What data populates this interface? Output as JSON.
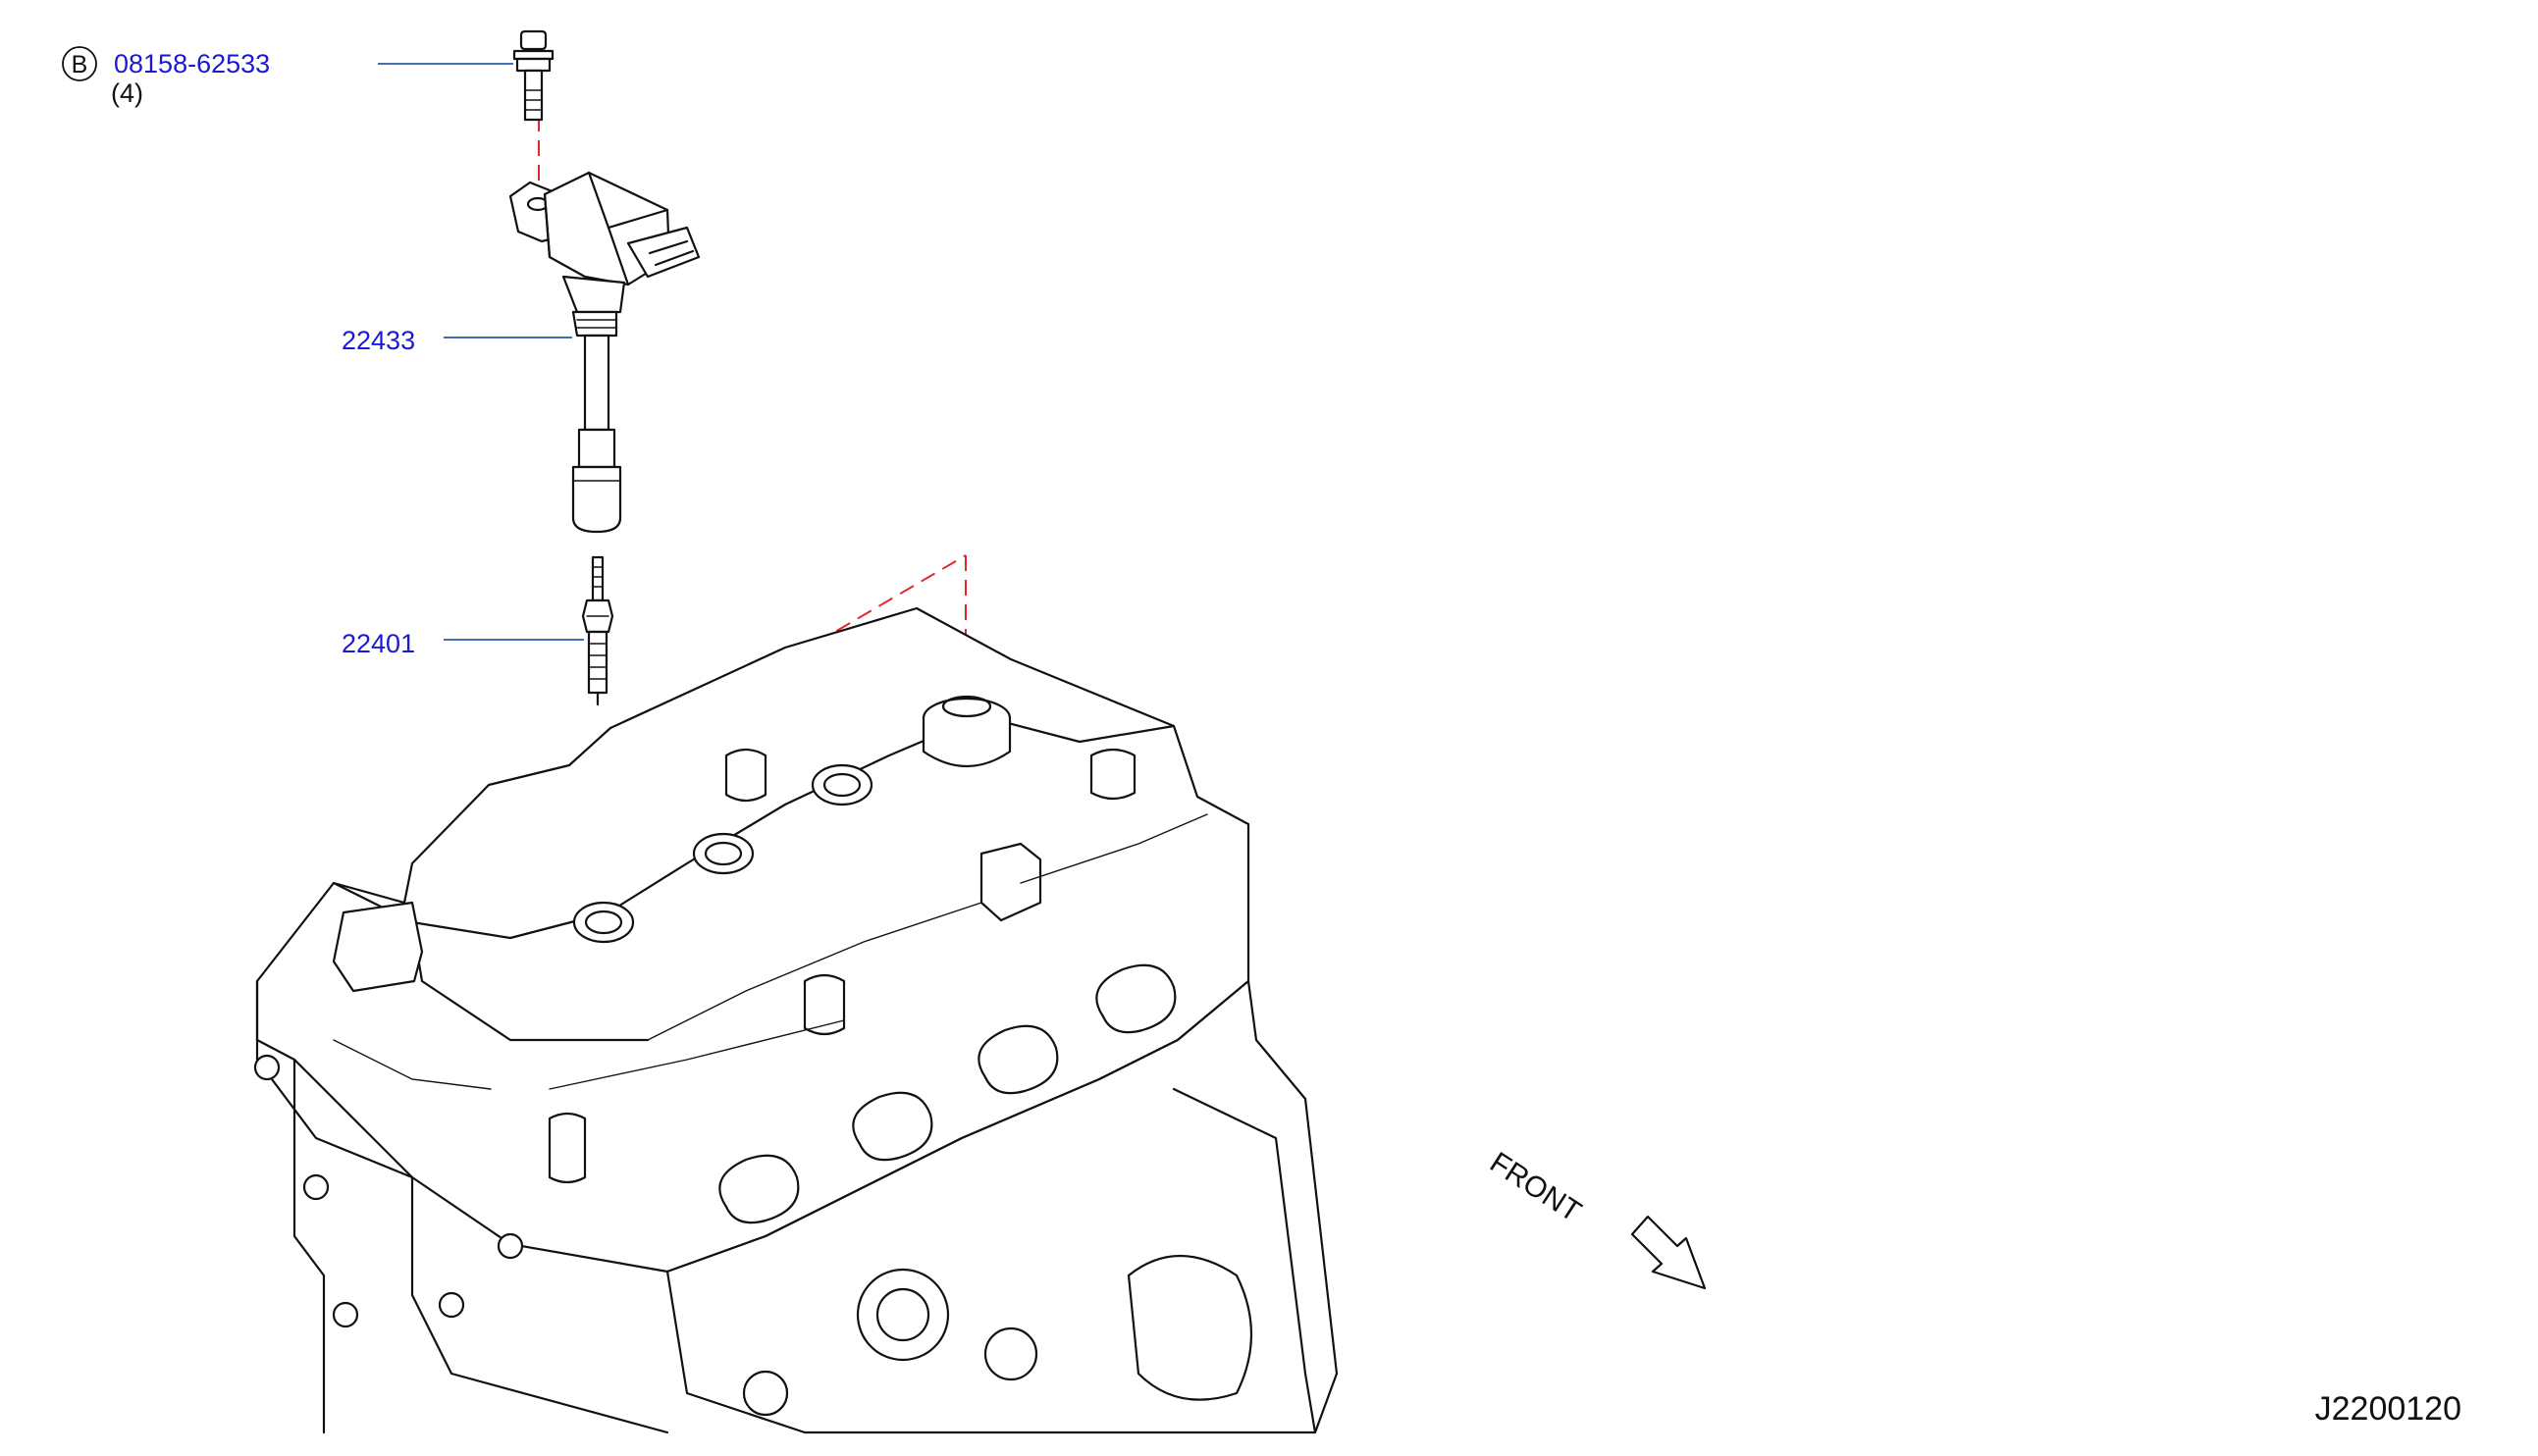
{
  "callouts": {
    "bolt": {
      "circle_letter": "B",
      "part_number": "08158-62533",
      "quantity": "(4)"
    },
    "ignition_coil": {
      "part_number": "22433"
    },
    "spark_plug": {
      "part_number": "22401"
    }
  },
  "front_indicator": {
    "label": "FRONT"
  },
  "figure_id": "J2200120",
  "colors": {
    "link": "#1a1ad6",
    "leader": "#2a5aa8",
    "phantom": "#e0272f",
    "line": "#111111"
  }
}
